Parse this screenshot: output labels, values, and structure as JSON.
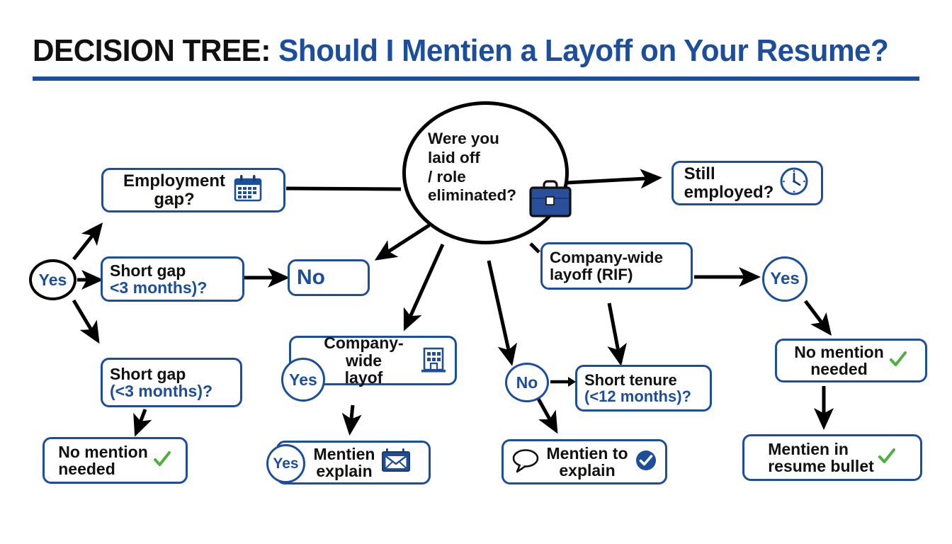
{
  "title": {
    "main": "DECISION TREE:",
    "sub": " Should I Mentien a Layoff on Your Resume?"
  },
  "colors": {
    "brand_blue": "#1c4e9c",
    "text_black": "#111111",
    "check_green": "#4caf3f",
    "briefcase_blue": "#2b4e9b",
    "background": "#ffffff"
  },
  "root": {
    "label": "Were you\nlaid off\n/ role\neliminated?",
    "line1": "Were you",
    "line2": "laid off",
    "line3": "/ role",
    "line4": "eliminated?",
    "icon": "briefcase-icon"
  },
  "nodes": [
    {
      "id": "employment-gap",
      "line1": "Employment",
      "line2": "gap?",
      "icon": "calendar-icon"
    },
    {
      "id": "still-employed",
      "line1": "Still",
      "line2": "employed?",
      "icon": "clock-icon"
    },
    {
      "id": "short-gap-upper",
      "line1": "Short gap",
      "line2": "<3 months)?",
      "icon": null
    },
    {
      "id": "no-answer",
      "line1": "No",
      "line2": "",
      "icon": null
    },
    {
      "id": "short-gap-lower",
      "line1": "Short gap",
      "line2": "(<3 months)?",
      "icon": null
    },
    {
      "id": "no-mention-needed-left",
      "line1": "No mention",
      "line2": "needed",
      "icon": "green-check-icon"
    },
    {
      "id": "company-wide-layof",
      "line1": "Company-wide",
      "line2": "layof",
      "icon": "building-icon"
    },
    {
      "id": "mentien-explain",
      "line1": "Mentien",
      "line2": "explain",
      "icon": "envelope-icon"
    },
    {
      "id": "company-wide-layoff-rif",
      "line1": "Company-wide",
      "line2": "layoff   (RIF)",
      "icon": null
    },
    {
      "id": "short-tenure",
      "line1": "Short tenure",
      "line2": "(<12 months)?",
      "icon": null
    },
    {
      "id": "mentien-to-explain",
      "line1": "Mentien to",
      "line2": "explain",
      "icon": "blue-check-circle-icon"
    },
    {
      "id": "no-mention-needed-right",
      "line1": "No mention",
      "line2": "needed",
      "icon": "green-check-icon"
    },
    {
      "id": "mentien-in-resume-bullet",
      "line1": "Mentien in",
      "line2": "resume bullet",
      "icon": "green-check-icon"
    }
  ],
  "badges": [
    {
      "id": "yes-left",
      "label": "Yes",
      "style": "black-outline"
    },
    {
      "id": "yes-company-layof",
      "label": "Yes",
      "style": "blue-outline"
    },
    {
      "id": "yes-mentien-explain",
      "label": "Yes",
      "style": "blue-outline"
    },
    {
      "id": "no-short-tenure",
      "label": "No",
      "style": "blue-outline"
    },
    {
      "id": "yes-rif",
      "label": "Yes",
      "style": "blue-outline"
    }
  ]
}
